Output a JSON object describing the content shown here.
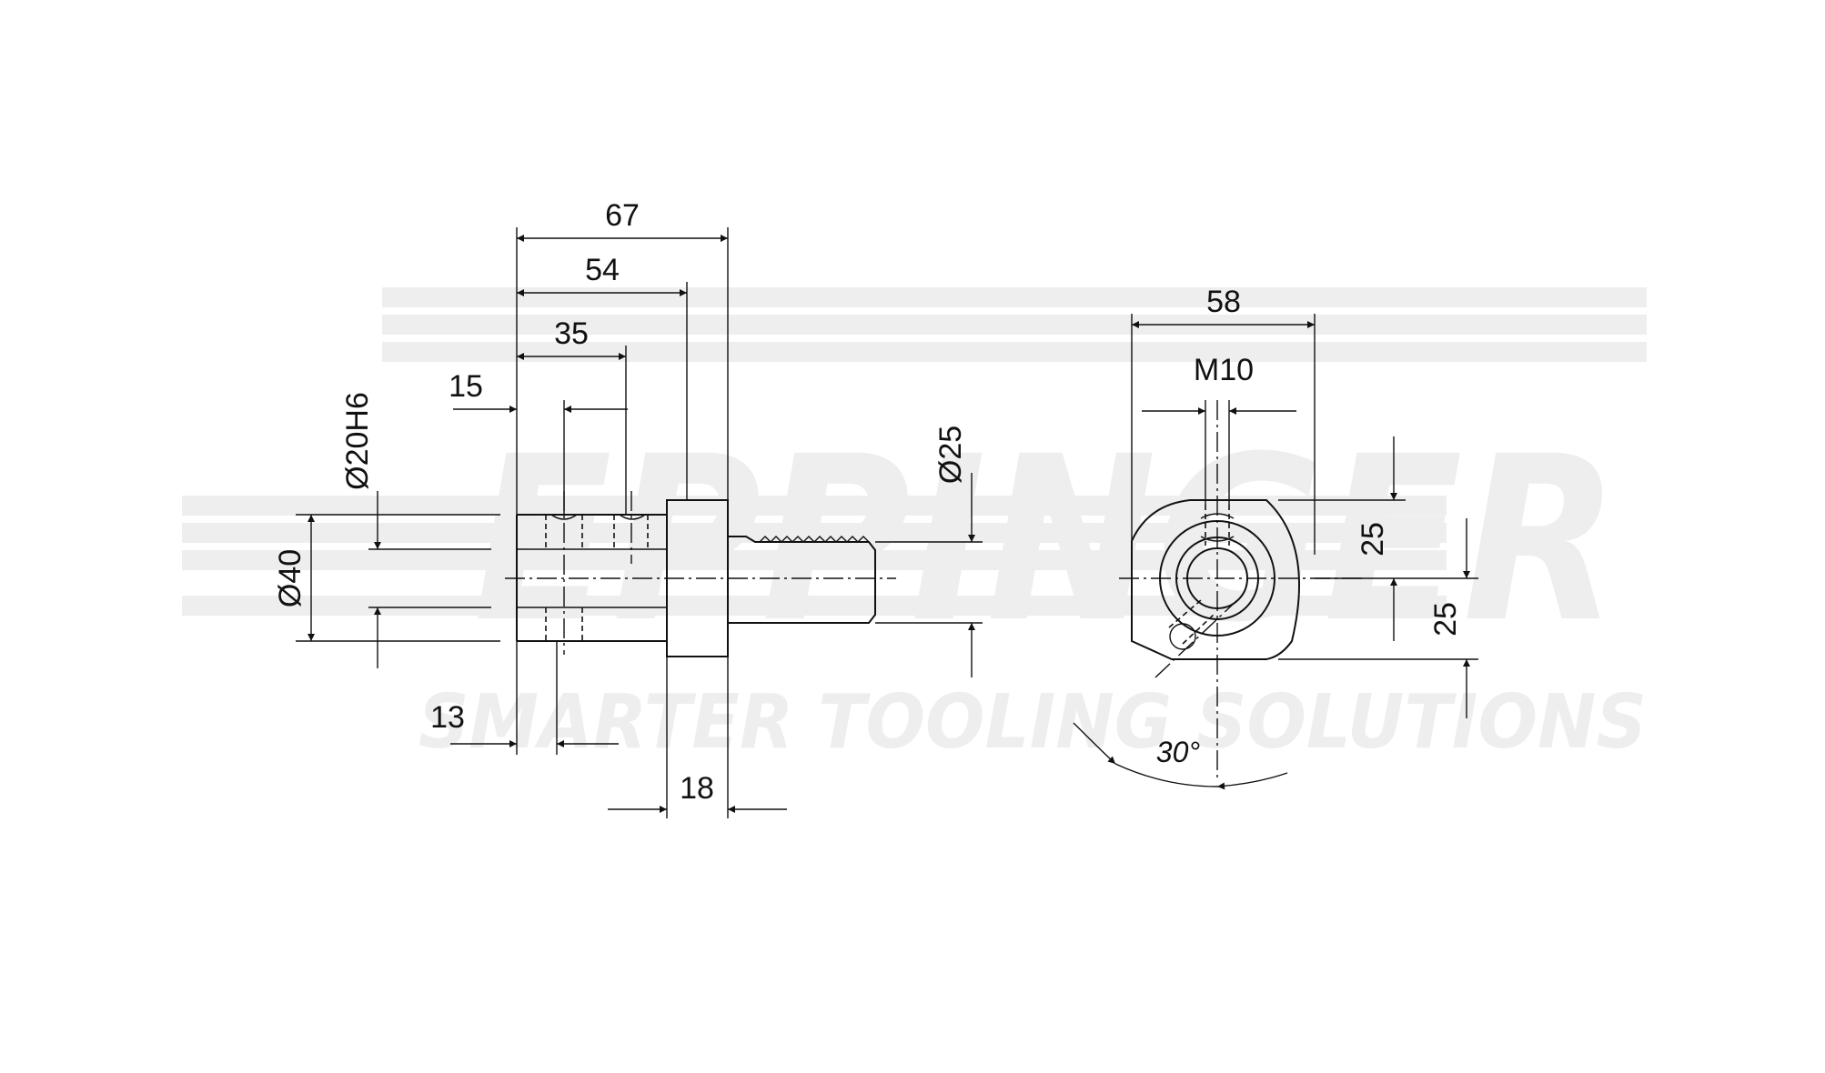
{
  "watermark": {
    "brand": "EPPINGER",
    "slogan": "SMARTER TOOLING SOLUTIONS",
    "color": "#eeeeee"
  },
  "side_view": {
    "dim_overall_length": "67",
    "dim_flange_to_face": "54",
    "dim_second_bore": "35",
    "dim_first_bore": "15",
    "dim_bore_diameter": "Ø20H6",
    "dim_outer_diameter": "Ø40",
    "dim_shank_diameter": "Ø25",
    "dim_bottom_bore": "13",
    "dim_flange_width": "18"
  },
  "front_view": {
    "dim_width": "58",
    "dim_thread": "M10",
    "dim_upper_height": "25",
    "dim_lower_height": "25",
    "dim_angle": "30°"
  },
  "colors": {
    "line": "#111111",
    "background": "#ffffff"
  }
}
